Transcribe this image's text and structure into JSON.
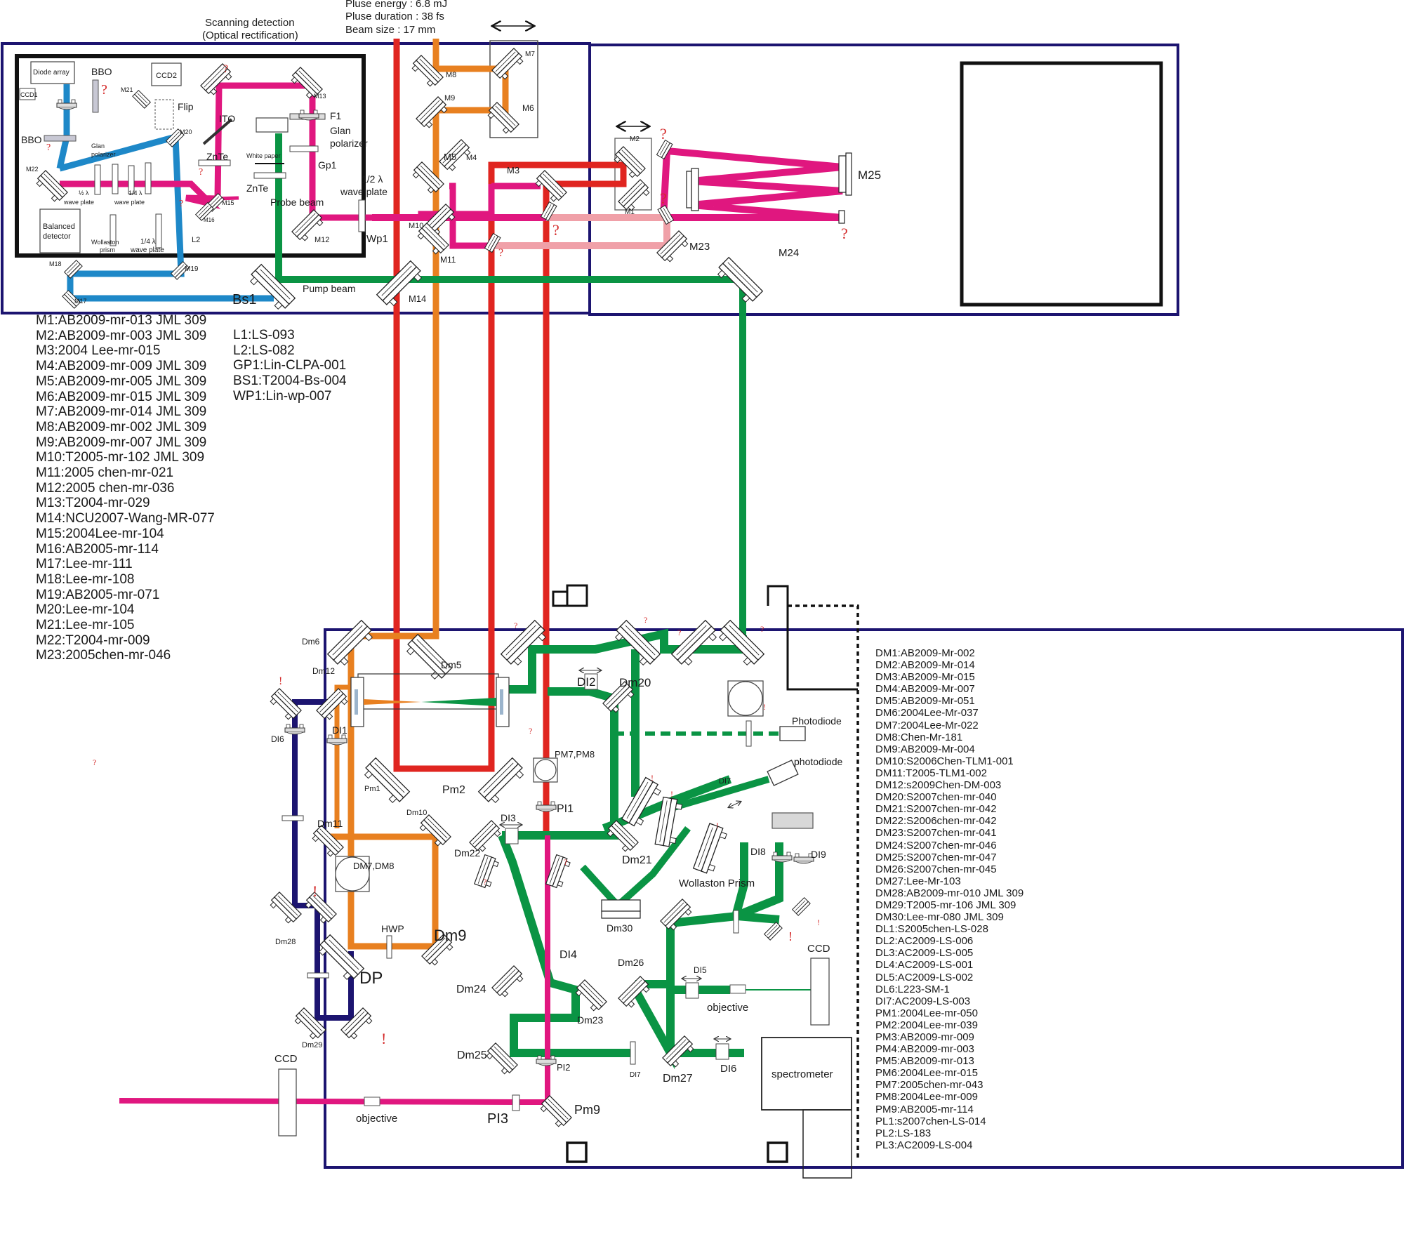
{
  "header": {
    "scanning_detection": [
      "Scanning detection",
      "(Optical rectification)"
    ],
    "laser_specs": [
      "Pluse energy : 6.8 mJ",
      "Pluse duration : 38 fs",
      "Beam size : 17 mm"
    ]
  },
  "beam_colors": {
    "probe": "#e0177f",
    "pump": "#0a9444",
    "red_beam": "#e02520",
    "orange_beam": "#e88020",
    "blue_beam": "#1e88c8",
    "pink_light": "#f0a0a8",
    "table_outline": "#1c1470",
    "warning": "#d42a2a"
  },
  "upper_table": {
    "components": {
      "diode_array": "Diode array",
      "bbo_top": "BBO",
      "ccd1": "CCD1",
      "ccd2": "CCD2",
      "m21": "M21",
      "flip": "Flip",
      "m13": "M13",
      "f1": "F1",
      "ito": "ITO",
      "bbo_left": "BBO",
      "m20": "M20",
      "glan_polarizer_small": [
        "Glan",
        "polarizer"
      ],
      "glan_polarizer": [
        "Glan",
        "polarizer"
      ],
      "gp1": "Gp1",
      "znte_1": "ZnTe",
      "white_paper": "White paper",
      "znte_2": "ZnTe",
      "m22": "M22",
      "half_wave_plate_small": [
        "½ λ",
        "wave plate"
      ],
      "quarter_wave_plate_small": [
        "1/4 λ",
        "wave plate"
      ],
      "m15": "M15",
      "m16": "M16",
      "probe_beam": "Probe beam",
      "half_wave_plate": [
        "1/2 λ",
        "wave plate"
      ],
      "balanced_detector": [
        "Balanced",
        "detector"
      ],
      "wollaston_prism_small": [
        "Wollaston",
        "prism"
      ],
      "quarter_wave_plate_bottom": [
        "1/4 λ",
        "wave plate"
      ],
      "l2": "L2",
      "m12": "M12",
      "wp1": "Wp1",
      "m18": "M18",
      "m19": "M19",
      "m17": "M17",
      "bs1": "Bs1",
      "pump_beam": "Pump beam",
      "m14": "M14",
      "m8": "M8",
      "m9": "M9",
      "m7": "M7",
      "m6": "M6",
      "m5": "M5",
      "m4": "M4",
      "m3": "M3",
      "m10": "M10",
      "m11": "M11",
      "m2": "M2",
      "m1": "M1",
      "m23": "M23",
      "m24": "M24",
      "m25": "M25"
    }
  },
  "lower_table": {
    "components": {
      "dm6": "Dm6",
      "dm5": "Dm5",
      "dm12": "Dm12",
      "dl1": "DI1",
      "dl6_left": "DI6",
      "dl2": "DI2",
      "dm20": "Dm20",
      "pm7_pm8": "PM7,PM8",
      "pm1": "Pm1",
      "pm2": "Pm2",
      "pl1": "PI1",
      "photodiode_1": "Photodiode",
      "photodiode_2": "photodiode",
      "dl7_top": "DI7",
      "dm10": "Dm10",
      "dl3": "DI3",
      "dm11": "Dm11",
      "dm22": "Dm22",
      "dm21": "Dm21",
      "dm7_dm8": "DM7,DM8",
      "dl8": "DI8",
      "dl9": "DI9",
      "wollaston_prism": "Wollaston Prism",
      "dm28": "Dm28",
      "dm30": "Dm30",
      "hwp": "HWP",
      "dm9": "Dm9",
      "dp": "DP",
      "dl4": "DI4",
      "dm26": "Dm26",
      "ccd_right": "CCD",
      "dl5": "DI5",
      "dm24": "Dm24",
      "objective_right": "objective",
      "dm23": "Dm23",
      "dm29": "Dm29",
      "dm25": "Dm25",
      "pl2": "PI2",
      "dl7_bottom": "DI7",
      "dm27": "Dm27",
      "dl6_right": "DI6",
      "spectrometer": "spectrometer",
      "ccd_left": "CCD",
      "objective_left": "objective",
      "pl3": "PI3",
      "pm9": "Pm9"
    }
  },
  "legend_mirrors": [
    "M1:AB2009-mr-013 JML 309",
    "M2:AB2009-mr-003 JML 309",
    "M3:2004 Lee-mr-015",
    "M4:AB2009-mr-009 JML 309",
    "M5:AB2009-mr-005 JML 309",
    "M6:AB2009-mr-015 JML 309",
    "M7:AB2009-mr-014 JML 309",
    "M8:AB2009-mr-002 JML 309",
    "M9:AB2009-mr-007 JML 309",
    "M10:T2005-mr-102 JML 309",
    "M11:2005 chen-mr-021",
    "M12:2005 chen-mr-036",
    "M13:T2004-mr-029",
    "M14:NCU2007-Wang-MR-077",
    "M15:2004Lee-mr-104",
    "M16:AB2005-mr-114",
    "M17:Lee-mr-111",
    "M18:Lee-mr-108",
    "M19:AB2005-mr-071",
    "M20:Lee-mr-104",
    "M21:Lee-mr-105",
    "M22:T2004-mr-009",
    "M23:2005chen-mr-046"
  ],
  "legend_lenses": [
    "L1:LS-093",
    "L2:LS-082",
    "GP1:Lin-CLPA-001",
    "BS1:T2004-Bs-004",
    "WP1:Lin-wp-007"
  ],
  "legend_dm": [
    "DM1:AB2009-Mr-002",
    "DM2:AB2009-Mr-014",
    "DM3:AB2009-Mr-015",
    "DM4:AB2009-Mr-007",
    "DM5:AB2009-Mr-051",
    "DM6:2004Lee-Mr-037",
    "DM7:2004Lee-Mr-022",
    "DM8:Chen-Mr-181",
    "DM9:AB2009-Mr-004",
    "DM10:S2006Chen-TLM1-001",
    "DM11:T2005-TLM1-002",
    "DM12:s2009Chen-DM-003",
    "DM20:S2007chen-mr-040",
    "DM21:S2007chen-mr-042",
    "DM22:S2006chen-mr-042",
    "DM23:S2007chen-mr-041",
    "DM24:S2007chen-mr-046",
    "DM25:S2007chen-mr-047",
    "DM26:S2007chen-mr-045",
    "DM27:Lee-Mr-103",
    "DM28:AB2009-mr-010 JML 309",
    "DM29:T2005-mr-106 JML 309",
    "DM30:Lee-mr-080 JML 309",
    "DL1:S2005chen-LS-028",
    "DL2:AC2009-LS-006",
    "DL3:AC2009-LS-005",
    "DL4:AC2009-LS-001",
    "DL5:AC2009-LS-002",
    "DL6:L223-SM-1",
    "DI7:AC2009-LS-003",
    "PM1:2004Lee-mr-050",
    "PM2:2004Lee-mr-039",
    "PM3:AB2009-mr-009",
    "PM4:AB2009-mr-003",
    "PM5:AB2009-mr-013",
    "PM6:2004Lee-mr-015",
    "PM7:2005chen-mr-043",
    "PM8:2004Lee-mr-009",
    "PM9:AB2005-mr-114",
    "PL1:s2007chen-LS-014",
    "PL2:LS-183",
    "PL3:AC2009-LS-004"
  ],
  "marks": {
    "question": "?",
    "exclaim": "!"
  }
}
